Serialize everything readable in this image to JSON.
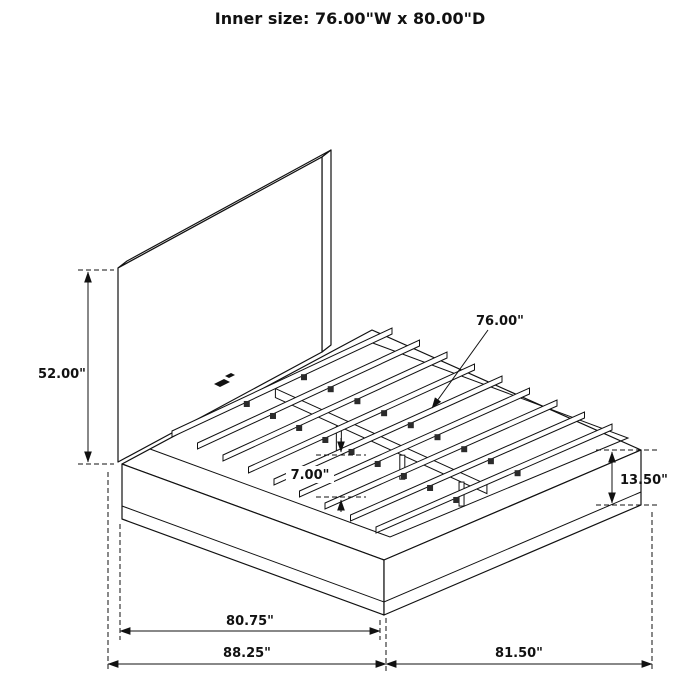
{
  "title": "Inner size: 76.00\"W x 80.00\"D",
  "dims": {
    "headboard_height": "52.00\"",
    "inner_width": "76.00\"",
    "slat_height": "7.00\"",
    "base_height": "13.50\"",
    "inner_depth": "80.75\"",
    "overall_width": "88.25\"",
    "overall_depth": "81.50\""
  }
}
